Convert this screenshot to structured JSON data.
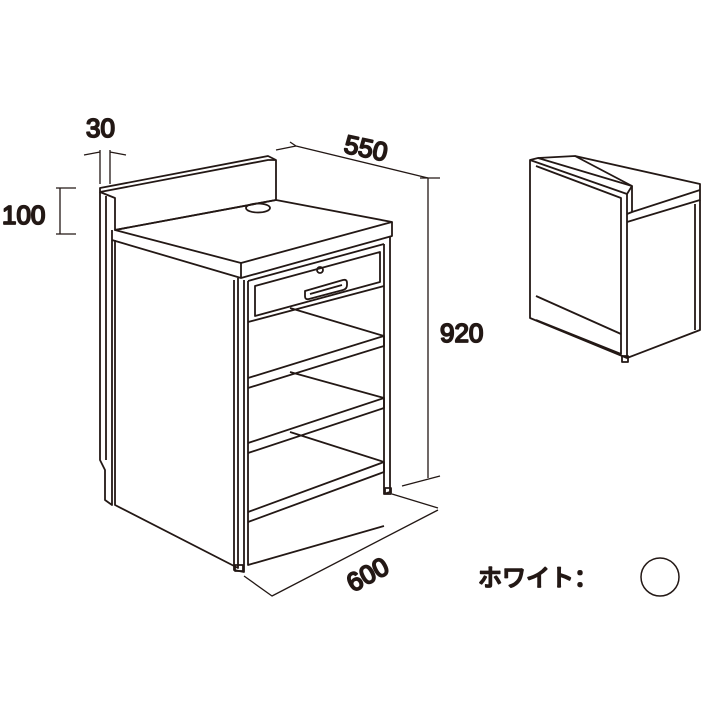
{
  "dimensions": {
    "backsplash_thickness": "30",
    "backsplash_height": "100",
    "depth": "550",
    "height": "920",
    "width": "600"
  },
  "color_option": {
    "label": "ホワイト：",
    "swatch_color": "#ffffff"
  },
  "line_color": "#231815"
}
